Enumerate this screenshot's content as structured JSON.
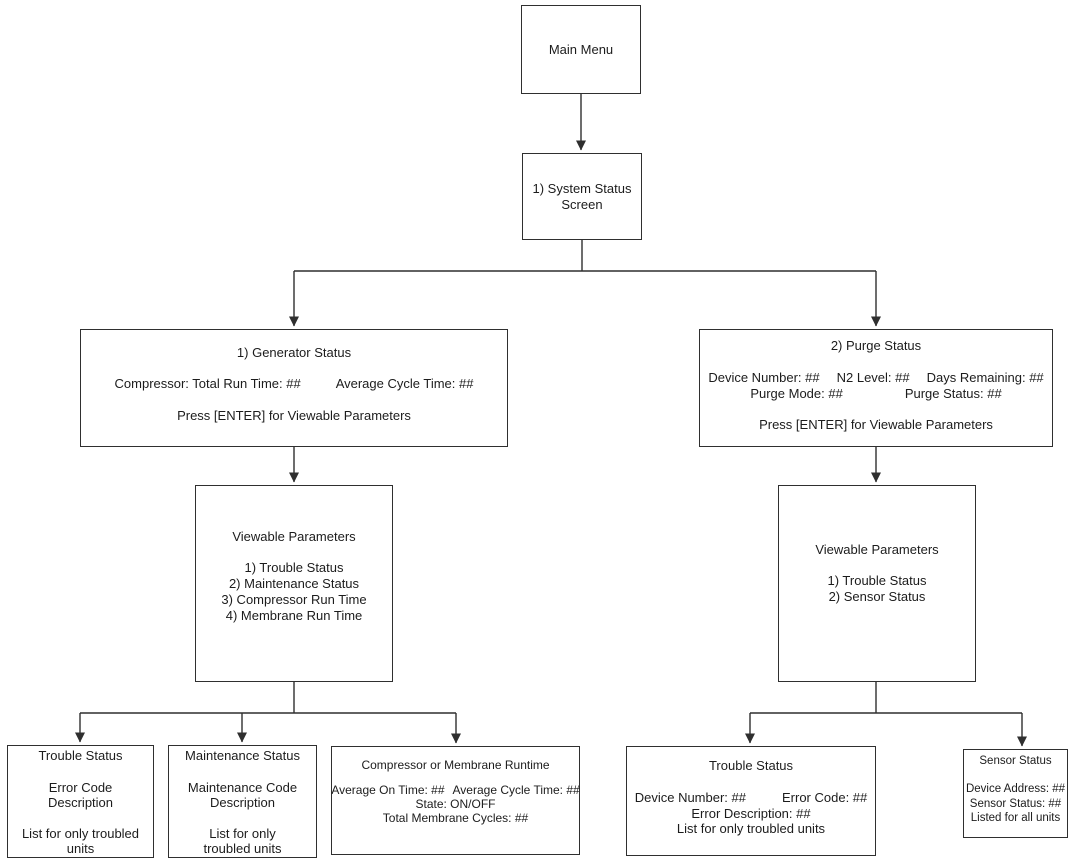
{
  "nodes": {
    "main_menu": {
      "label": "Main Menu"
    },
    "system_status": {
      "label": "1) System Status Screen"
    },
    "generator_status": {
      "title": "1) Generator Status",
      "stat_left": "Compressor: Total Run Time: ##",
      "stat_right": "Average Cycle Time: ##",
      "action": "Press [ENTER] for Viewable Parameters"
    },
    "purge_status": {
      "title": "2) Purge Status",
      "device_number": "Device Number: ##",
      "n2_level": "N2 Level: ##",
      "days_remaining": "Days Remaining: ##",
      "purge_mode": "Purge Mode: ##",
      "purge_state": "Purge Status: ##",
      "action": "Press [ENTER] for Viewable Parameters"
    },
    "generator_viewable_parameters": {
      "title": "Viewable Parameters",
      "items": [
        "1) Trouble Status",
        "2) Maintenance Status",
        "3) Compressor Run Time",
        "4) Membrane Run Time"
      ]
    },
    "purge_viewable_parameters": {
      "title": "Viewable Parameters",
      "items": [
        "1) Trouble Status",
        "2) Sensor Status"
      ]
    },
    "generator_trouble_status": {
      "title": "Trouble Status",
      "line1": "Error Code",
      "line2": "Description",
      "note": "List for only troubled units"
    },
    "maintenance_status": {
      "title": "Maintenance Status",
      "line1": "Maintenance Code",
      "line2": "Description",
      "note": "List for only troubled units"
    },
    "runtime_status": {
      "title": "Compressor or Membrane Runtime",
      "stat_left": "Average On Time: ##",
      "stat_right": "Average Cycle Time: ##",
      "state": "State: ON/OFF",
      "cycles": "Total Membrane Cycles: ##"
    },
    "purge_trouble_status": {
      "title": "Trouble Status",
      "device_number": "Device Number: ##",
      "error_code": "Error Code: ##",
      "error_description": "Error Description: ##",
      "note": "List for only troubled units"
    },
    "sensor_status": {
      "title": "Sensor Status",
      "line1": "Device Address: ##",
      "line2": "Sensor Status: ##",
      "line3": "Listed for all units"
    }
  },
  "colors": {
    "line": "#2f2f2f",
    "border": "#2f2f2f",
    "background": "#ffffff",
    "text": "#1c1c1c"
  }
}
